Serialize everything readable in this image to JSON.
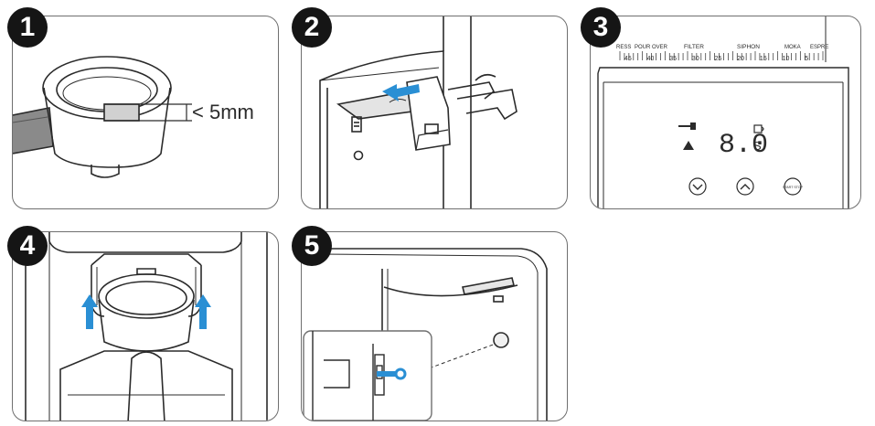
{
  "steps": [
    {
      "number": "1",
      "measurement": "< 5mm"
    },
    {
      "number": "2"
    },
    {
      "number": "3",
      "scale_labels": [
        "RESS",
        "POUR OVER",
        "FILTER",
        "SIPHON",
        "MOKA",
        "ESPRE"
      ],
      "scale_numbers": [
        "45",
        "40",
        "35",
        "30",
        "25",
        "20",
        "15",
        "10",
        "5"
      ],
      "display_time": "8.0",
      "display_unit": "S",
      "start_stop_label": "START STOP"
    },
    {
      "number": "4"
    },
    {
      "number": "5"
    }
  ],
  "colors": {
    "arrow": "#2a8fd4",
    "line": "#2b2b2b",
    "badge": "#151515",
    "panel_border": "#6f6f6f"
  },
  "icons": [
    "left-arrow",
    "up-arrow",
    "down-chevron",
    "up-chevron",
    "warning-icon",
    "grinder-icon",
    "cup-icon"
  ]
}
